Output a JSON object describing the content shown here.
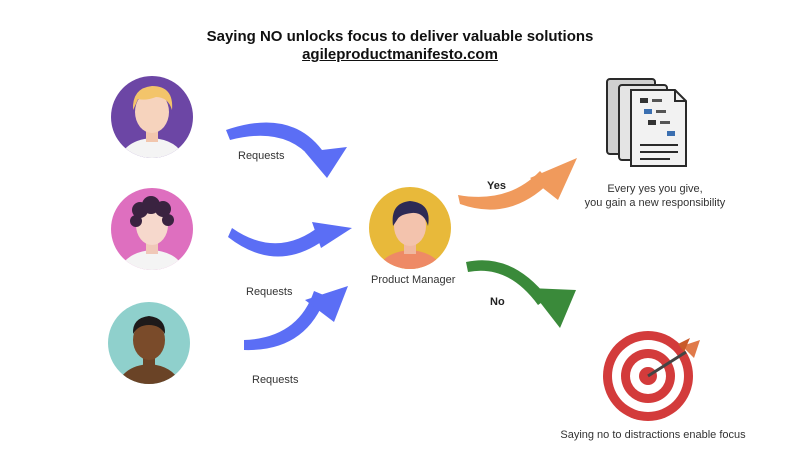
{
  "header": {
    "title": "Saying NO unlocks focus to deliver valuable solutions",
    "link": "agileproductmanifesto.com"
  },
  "labels": {
    "requests_1": "Requests",
    "requests_2": "Requests",
    "requests_3": "Requests",
    "product_manager": "Product Manager",
    "yes": "Yes",
    "no": "No",
    "yes_caption_line1": "Every yes you give,",
    "yes_caption_line2": "you gain a new responsibility",
    "no_caption": "Saying no to distractions enable focus"
  },
  "colors": {
    "request_arrow": "#5b6ef5",
    "yes_arrow": "#f09a5c",
    "no_arrow": "#3a8a3a",
    "avatar1_bg": "#6c46a5",
    "avatar2_bg": "#de6fbf",
    "avatar3_bg": "#8fd0cc",
    "manager_bg": "#e8b93a",
    "target_red": "#d33b3b"
  },
  "icons": [
    "person-avatar-icon",
    "document-stack-icon",
    "target-icon",
    "curved-arrow-icon"
  ]
}
